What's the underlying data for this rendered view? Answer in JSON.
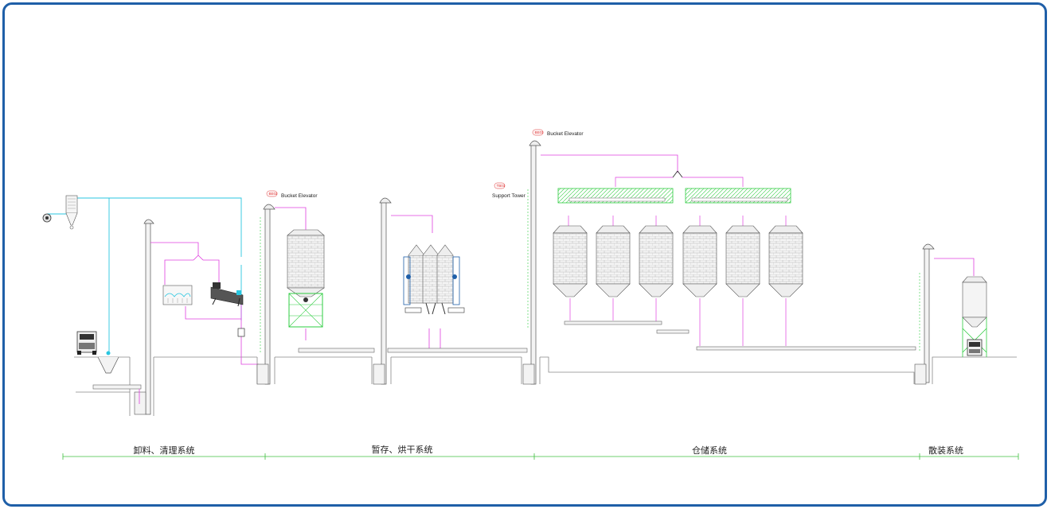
{
  "labels": {
    "bucket_elevator_1": "Bucket Elevator",
    "bucket_elevator_2": "Bucket Elevator",
    "support_tower": "Support Tower"
  },
  "tags": {
    "be1": "BE02",
    "be2": "BE03",
    "st1": "TB01"
  },
  "sections": [
    {
      "label": "卸料、清理系统"
    },
    {
      "label": "暂存、烘干系统"
    },
    {
      "label": "仓储系统"
    },
    {
      "label": "散装系统"
    }
  ],
  "colors": {
    "frame": "#1f5fa8",
    "flow_pink": "#e040e0",
    "air_cyan": "#29c6e0",
    "support_green": "#2ecc40",
    "dimension_green": "#3fbf3f",
    "line_gray": "#666666"
  }
}
